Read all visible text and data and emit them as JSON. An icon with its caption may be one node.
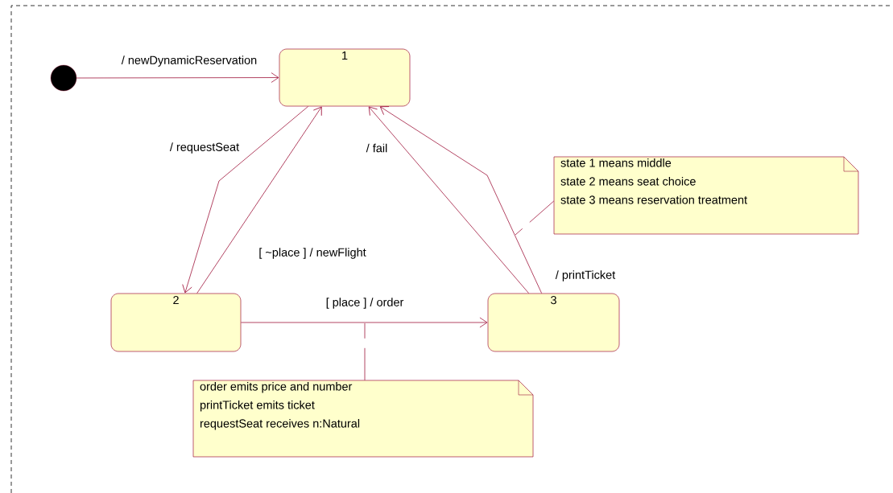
{
  "diagram": {
    "nodes": [
      {
        "text": [],
        "shape": "circle"
      },
      {
        "text": [
          "1"
        ]
      },
      {
        "text": [
          "2"
        ]
      },
      {
        "text": [
          "3"
        ]
      },
      {
        "text": [
          "state 1 means middle",
          "state 2 means seat choice",
          "state 3 means reservation treatment"
        ]
      },
      {
        "text": [
          "order emits price and number",
          "printTicket emits ticket",
          "requestSeat receives n:Natural"
        ]
      }
    ],
    "edges": [
      {
        "from": 0,
        "to": 1,
        "arrow": "to",
        "label": "/ newDynamicReservation"
      },
      {
        "from": 1,
        "to": 2,
        "arrow": "to",
        "label": "/ requestSeat"
      },
      {
        "from": 2,
        "to": 1,
        "arrow": "to",
        "label": "[ ~place ] / newFlight"
      },
      {
        "from": 3,
        "to": 1,
        "arrow": "to",
        "label": "/ fail"
      },
      {
        "from": 3,
        "to": 1,
        "arrow": "to",
        "label": "/ printTicket"
      },
      {
        "from": 2,
        "to": 3,
        "arrow": "to",
        "label": "[ place ] / order"
      },
      {
        "from": 4,
        "to": null,
        "arrow": "none",
        "style": "dashed"
      },
      {
        "from": 5,
        "to": null,
        "arrow": "none",
        "style": "dashed"
      }
    ]
  }
}
